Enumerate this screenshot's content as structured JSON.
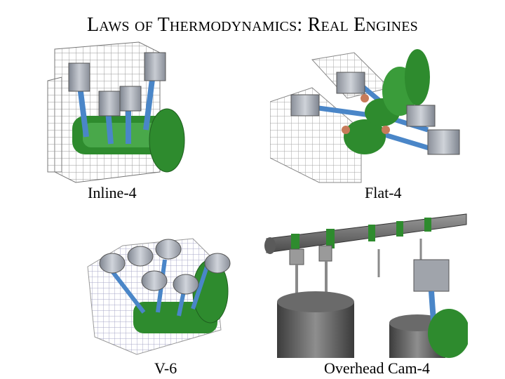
{
  "slide": {
    "title": "Laws of Thermodynamics: Real Engines"
  },
  "panels": [
    {
      "caption": "Inline-4"
    },
    {
      "caption": "Flat-4"
    },
    {
      "caption": "V-6"
    },
    {
      "caption": "Overhead Cam-4"
    }
  ],
  "colors": {
    "piston": "#a9aeb8",
    "rod": "#4a86c8",
    "crank": "#2e8b2e",
    "camshaft": "#6f6f6f",
    "wireframe": "#9a9a9a",
    "caption_text": "#000000"
  }
}
